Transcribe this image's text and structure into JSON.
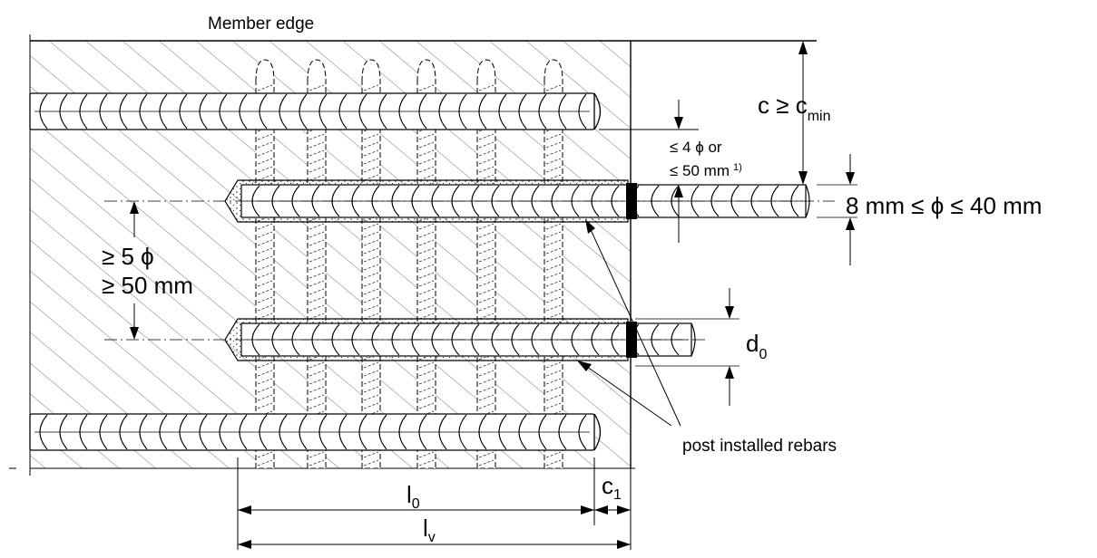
{
  "labels": {
    "member_edge": "Member edge",
    "cover_c": "c ≥ c",
    "cover_c_sub": "min",
    "spacing_top_1": "≤ 4 ϕ or",
    "spacing_top_2": "≤ 50 mm",
    "spacing_top_note": "1)",
    "diameter_range": "8 mm ≤ ϕ ≤ 40 mm",
    "spacing_left_1": "≥ 5 ϕ",
    "spacing_left_2": "≥ 50 mm",
    "hole_d": "d",
    "hole_d_sub": "0",
    "post_installed": "post installed rebars",
    "lap_l": "l",
    "lap_l_sub": "0",
    "c1": "c",
    "c1_sub": "1",
    "embed_l": "l",
    "embed_l_sub": "v"
  },
  "colors": {
    "line": "#000000",
    "background": "#ffffff"
  }
}
